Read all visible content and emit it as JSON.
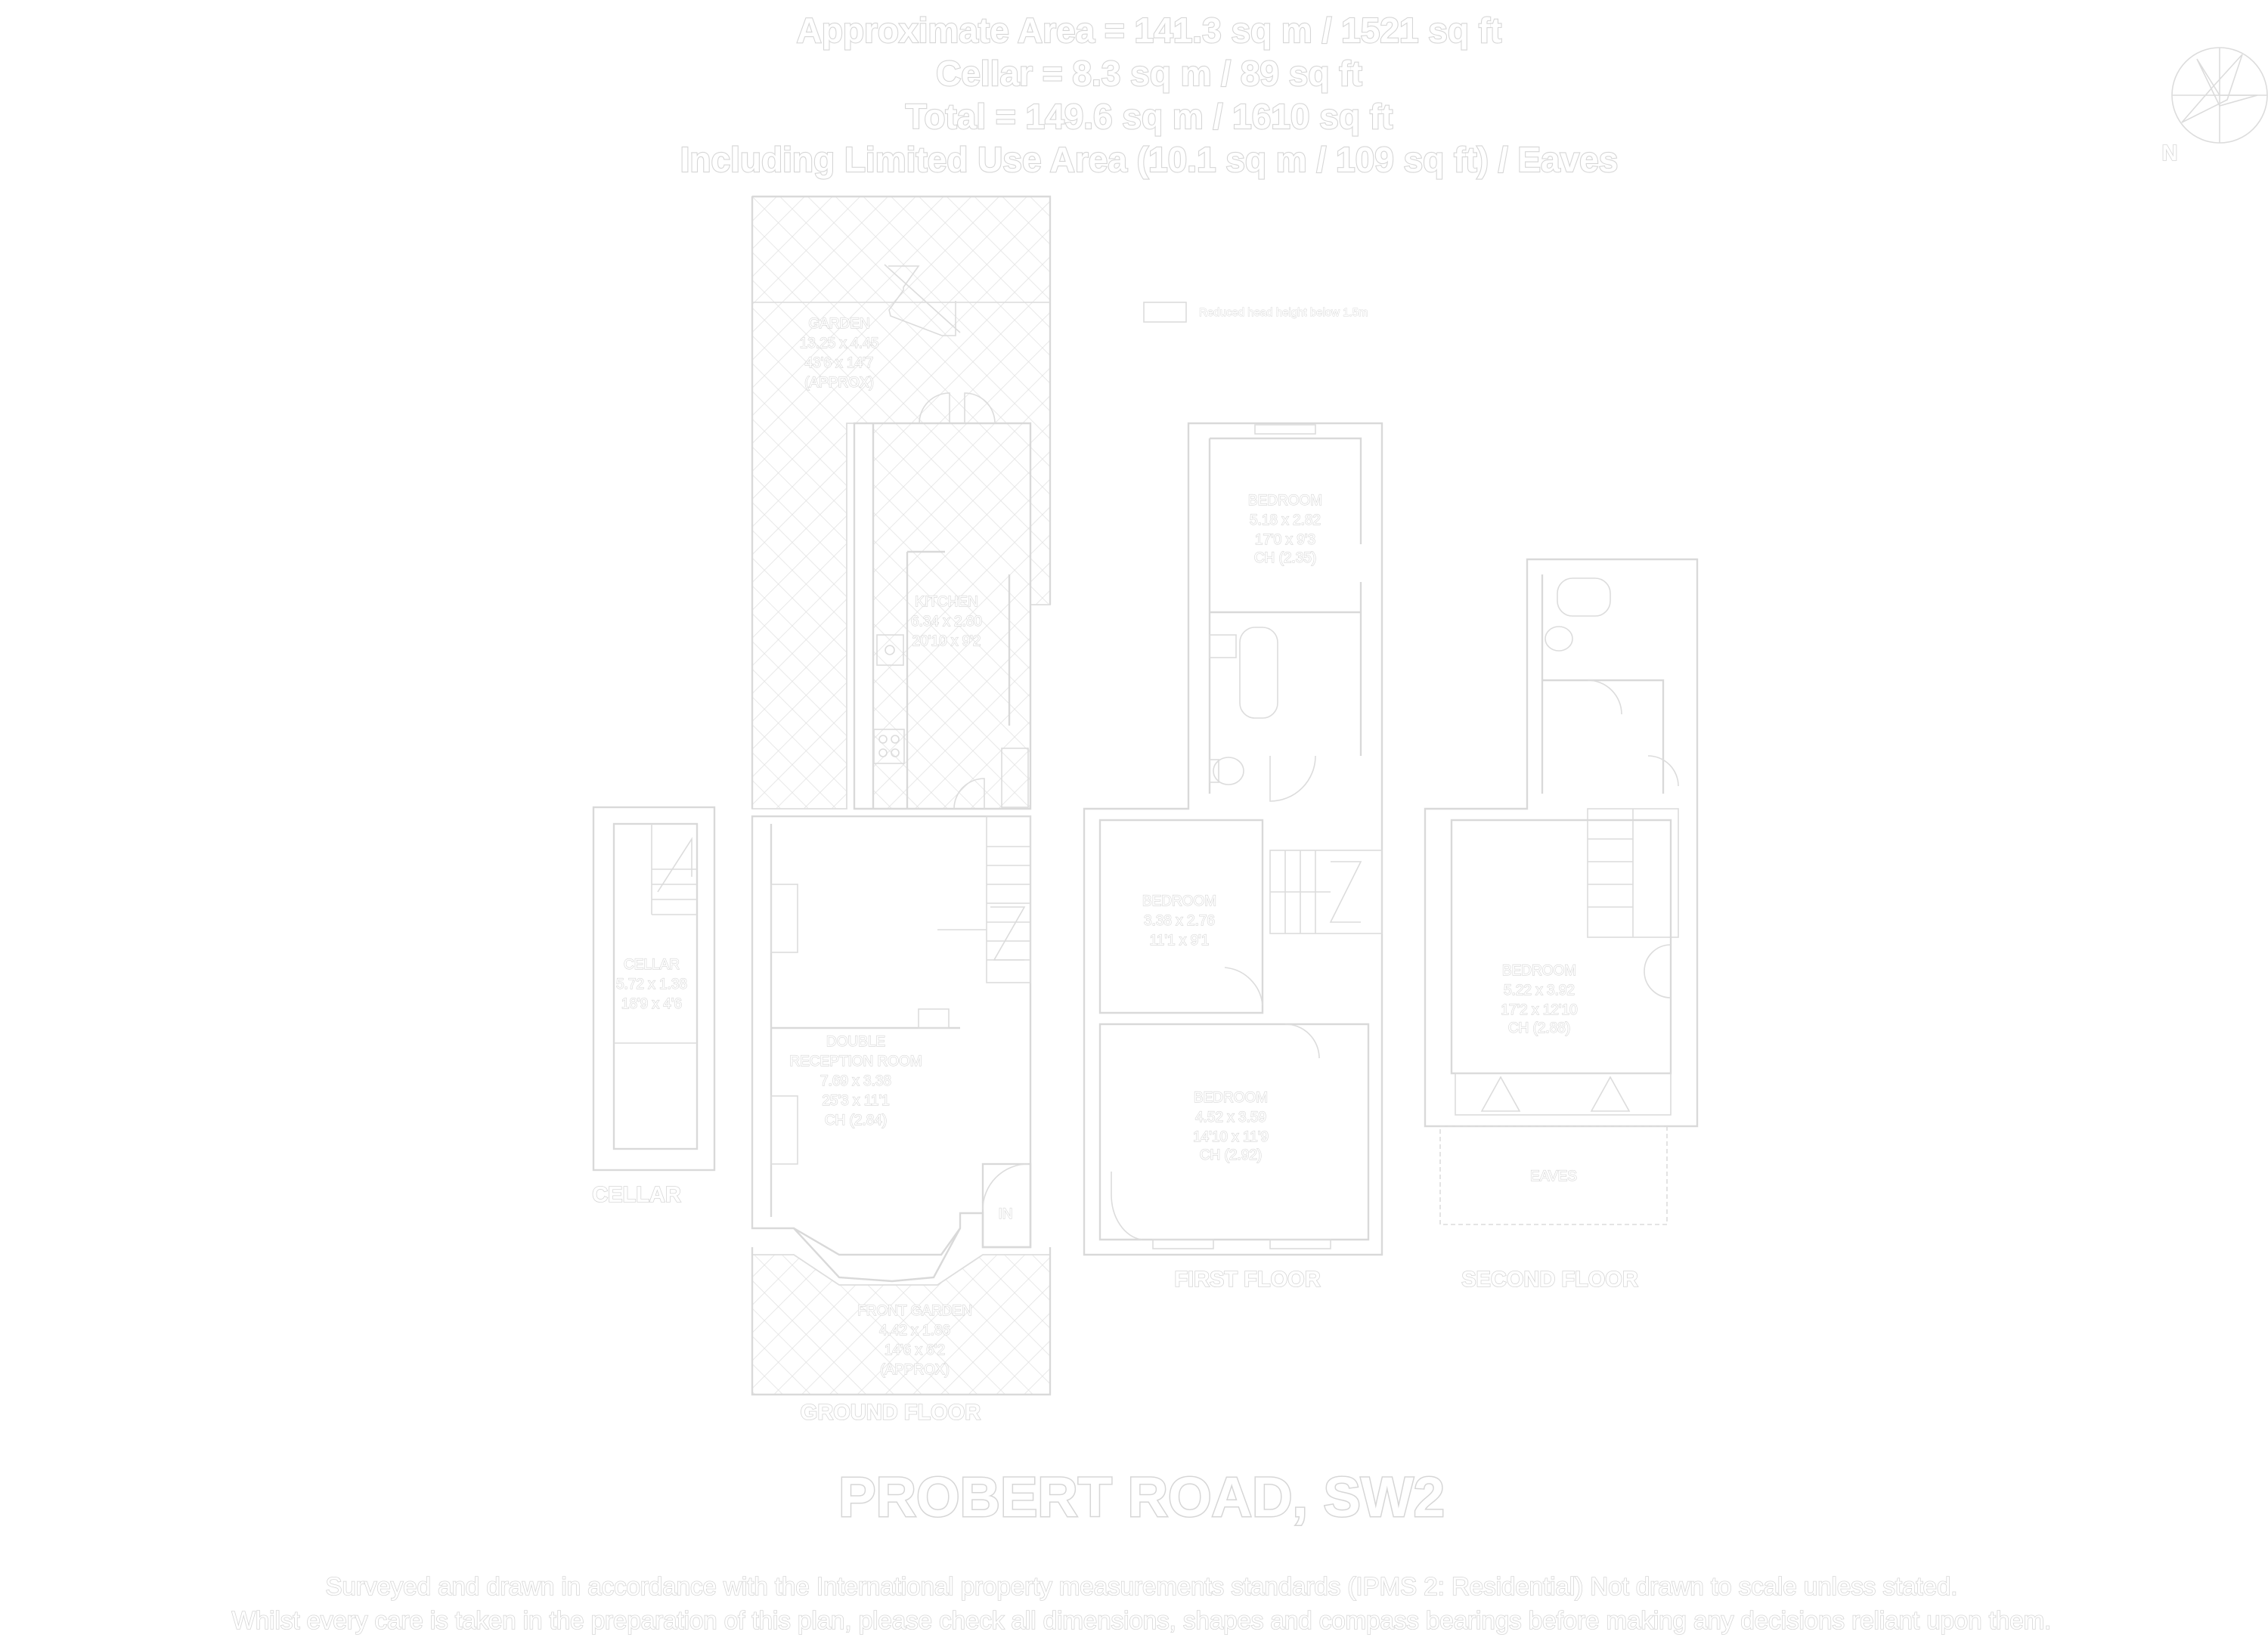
{
  "header": {
    "line1": "Approximate Area = 141.3 sq m / 1521 sq ft",
    "line2": "Cellar = 8.3 sq m / 89 sq ft",
    "line3": "Total = 149.6 sq m / 1610 sq ft",
    "line4": "Including Limited Use Area (10.1 sq m / 109 sq ft) / Eaves"
  },
  "compass": {
    "label": "N"
  },
  "legend": {
    "label": "Reduced head height below 1.5m"
  },
  "rooms": {
    "garden": {
      "name": "GARDEN",
      "metric": "13.25 x 4.45",
      "imperial": "43'6 x 14'7",
      "note": "(APPROX)"
    },
    "kitchen": {
      "name": "KITCHEN",
      "metric": "6.34 x 2.80",
      "imperial": "20'10 x 9'2"
    },
    "cellar": {
      "name": "CELLAR",
      "metric": "5.72 x 1.38",
      "imperial": "18'9 x 4'6"
    },
    "reception": {
      "name1": "DOUBLE",
      "name2": "RECEPTION ROOM",
      "metric": "7.69 x 3.38",
      "imperial": "25'3 x 11'1",
      "ch": "CH (2.84)"
    },
    "entrance": {
      "label": "IN"
    },
    "frontGarden": {
      "name": "FRONT GARDEN",
      "metric": "4.42 x 1.86",
      "imperial": "14'6 x 6'2",
      "note": "(APPROX)"
    },
    "bedroom1": {
      "name": "BEDROOM",
      "metric": "5.18 x 2.82",
      "imperial": "17'0 x 9'3",
      "ch": "CH (2.35)"
    },
    "bedroom2": {
      "name": "BEDROOM",
      "metric": "3.38 x 2.76",
      "imperial": "11'1 x 9'1"
    },
    "bedroom3": {
      "name": "BEDROOM",
      "metric": "4.52 x 3.59",
      "imperial": "14'10 x 11'9",
      "ch": "CH (2.92)"
    },
    "bedroom4": {
      "name": "BEDROOM",
      "metric": "5.22 x 3.92",
      "imperial": "17'2 x 12'10",
      "ch": "CH (2.88)"
    },
    "eaves": {
      "name": "EAVES"
    }
  },
  "floors": {
    "cellar": "CELLAR",
    "ground": "GROUND FLOOR",
    "first": "FIRST FLOOR",
    "second": "SECOND FLOOR"
  },
  "title": "PROBERT ROAD, SW2",
  "footer": {
    "line1": "Surveyed and drawn in accordance with the International property measurements standards (IPMS 2: Residential) Not drawn to scale unless stated.",
    "line2": "Whilst every care is taken in the preparation of this plan, please check all dimensions, shapes and compass bearings before making any decisions reliant upon them."
  },
  "colors": {
    "background": "#ffffff",
    "linework": "#d9d9d9"
  }
}
